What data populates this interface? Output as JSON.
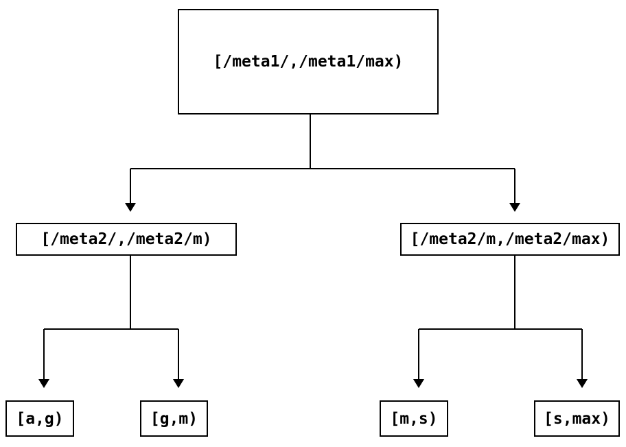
{
  "tree": {
    "root": {
      "label": "[/meta1/,/meta1/max)",
      "children": [
        {
          "label": "[/meta2/,/meta2/m)",
          "children": [
            {
              "label": "[a,g)",
              "children": []
            },
            {
              "label": "[g,m)",
              "children": []
            }
          ]
        },
        {
          "label": "[/meta2/m,/meta2/max)",
          "children": [
            {
              "label": "[m,s)",
              "children": []
            },
            {
              "label": "[s,max)",
              "children": []
            }
          ]
        }
      ]
    }
  },
  "colors": {
    "background": "#ffffff",
    "line": "#000000",
    "box_border": "#000000",
    "box_fill": "#ffffff",
    "text": "#000000"
  }
}
